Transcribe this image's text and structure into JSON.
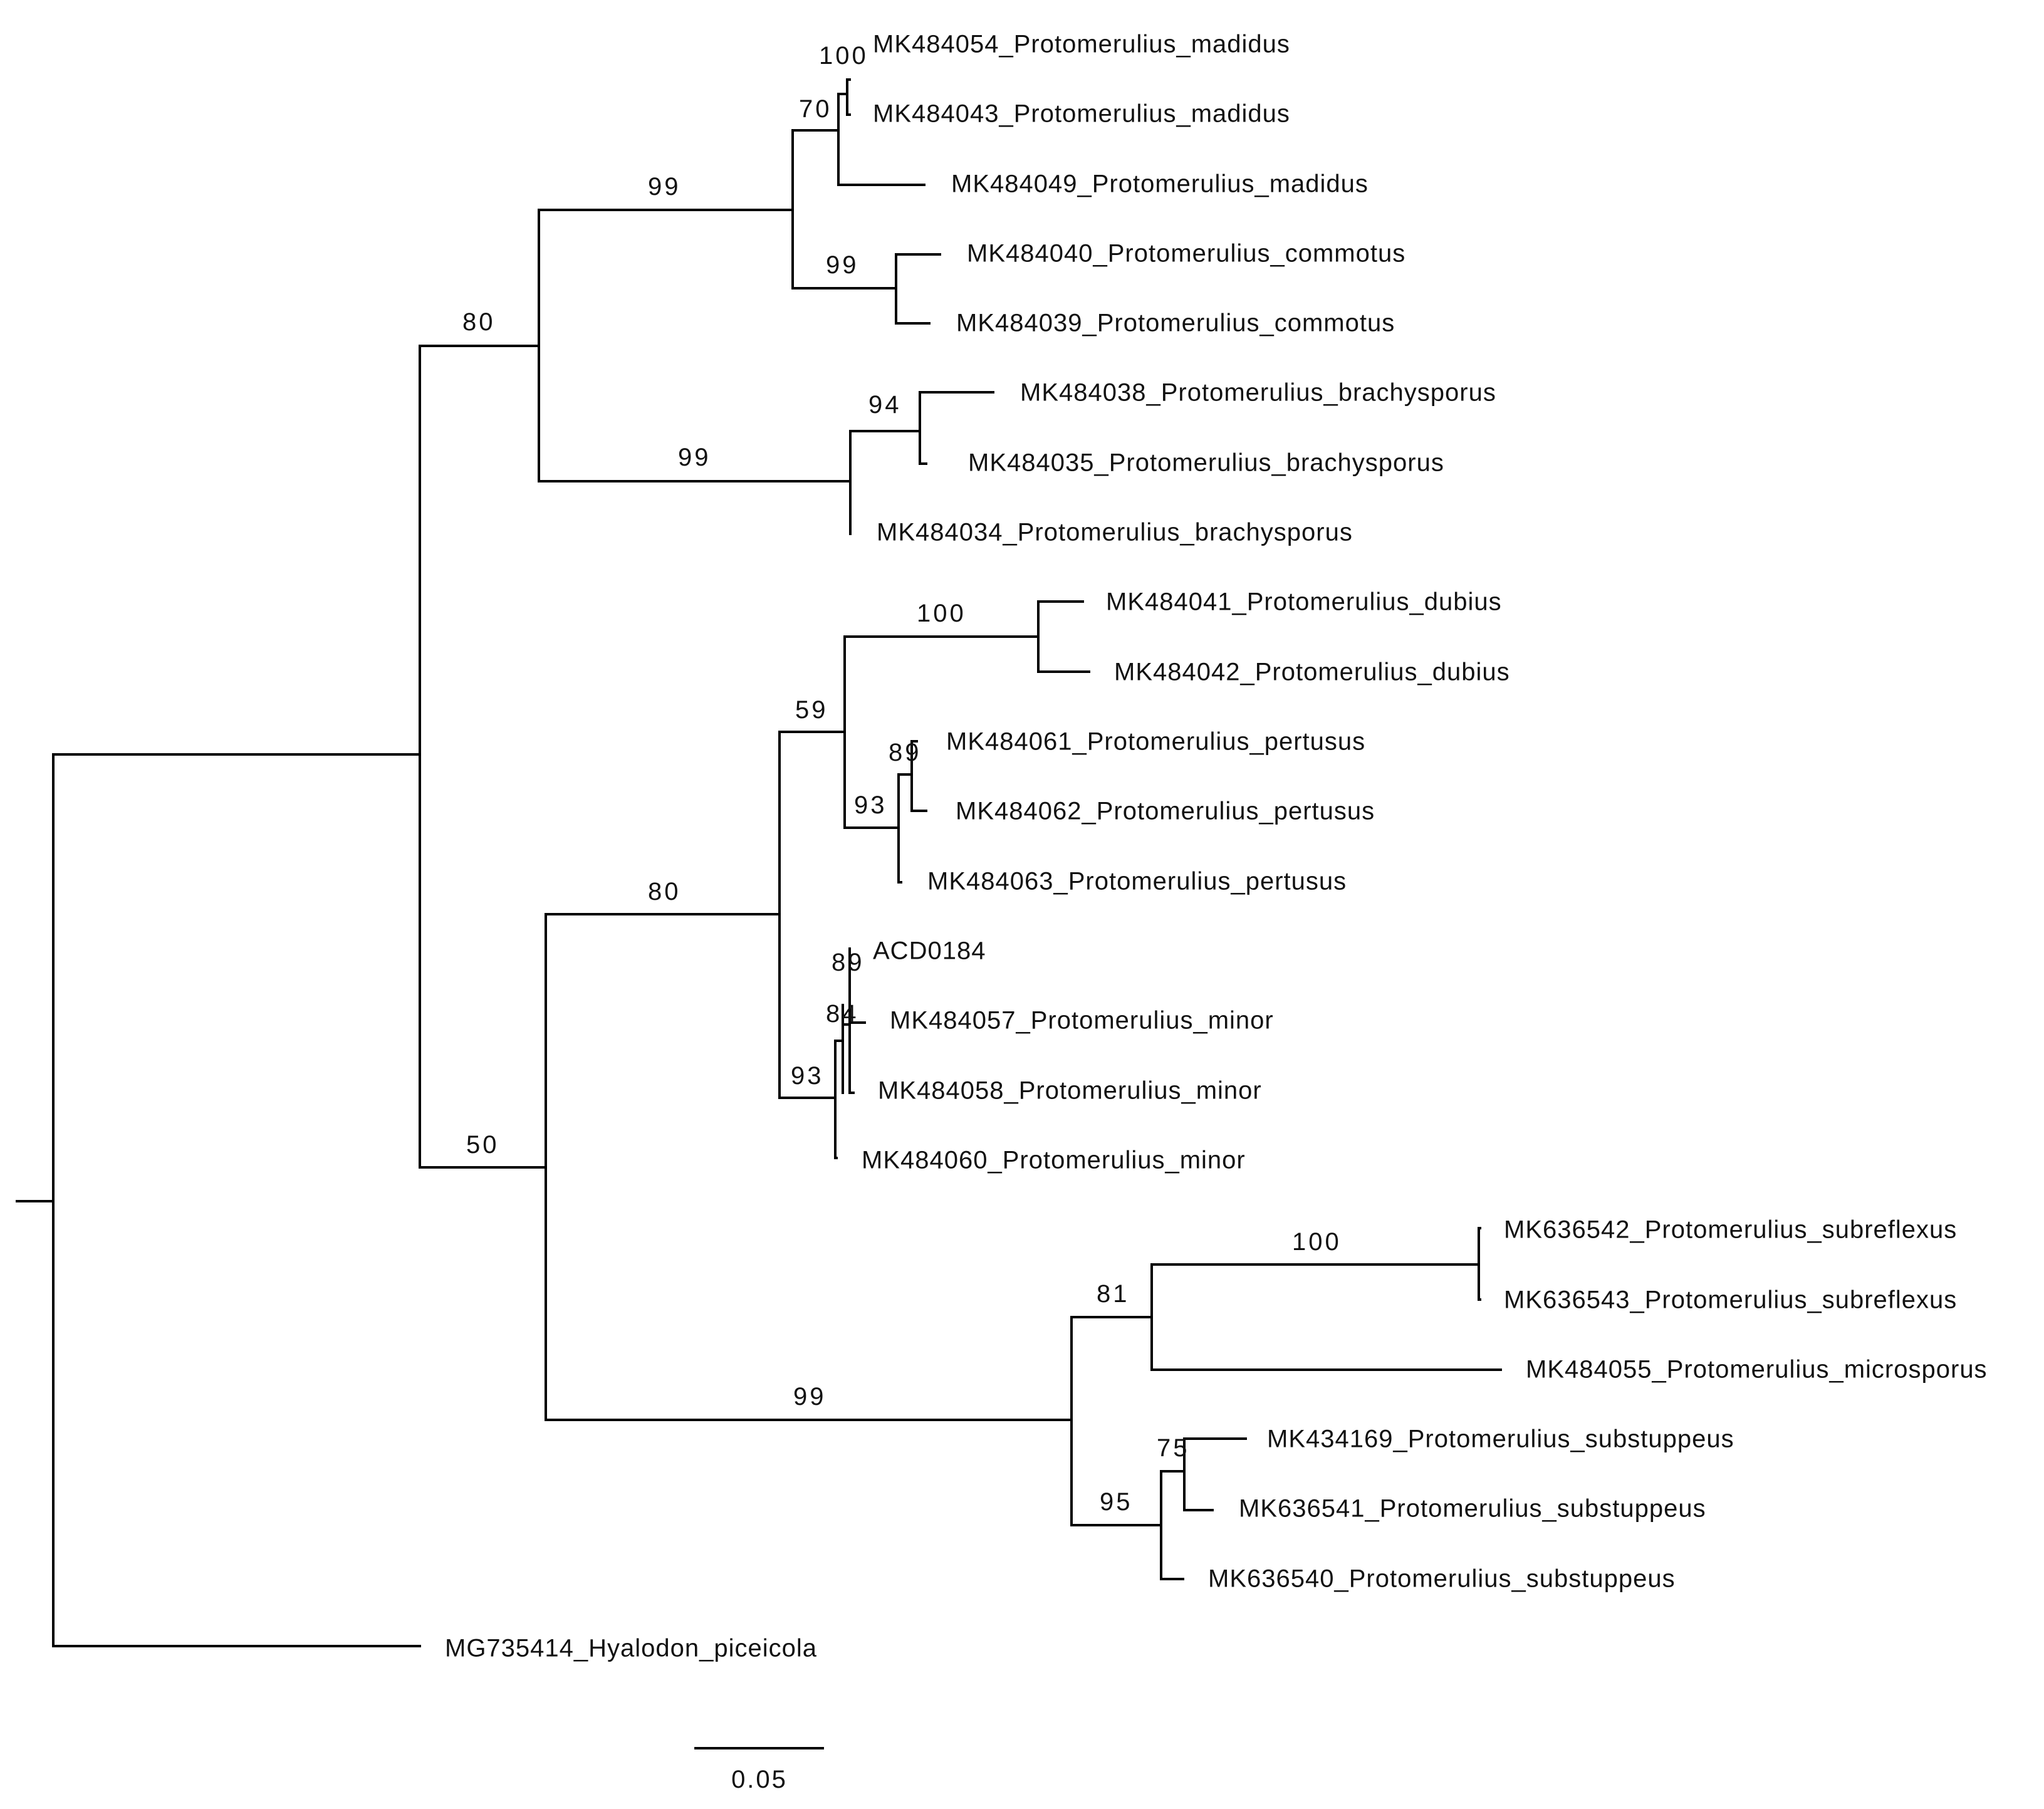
{
  "tree": {
    "taxa": {
      "t1": "MK484054_Protomerulius_madidus",
      "t2": "MK484043_Protomerulius_madidus",
      "t3": "MK484049_Protomerulius_madidus",
      "t4": "MK484040_Protomerulius_commotus",
      "t5": "MK484039_Protomerulius_commotus",
      "t6": "MK484038_Protomerulius_brachysporus",
      "t7": "MK484035_Protomerulius_brachysporus",
      "t8": "MK484034_Protomerulius_brachysporus",
      "t9": "MK484041_Protomerulius_dubius",
      "t10": "MK484042_Protomerulius_dubius",
      "t11": "MK484061_Protomerulius_pertusus",
      "t12": "MK484062_Protomerulius_pertusus",
      "t13": "MK484063_Protomerulius_pertusus",
      "t14": "ACD0184",
      "t15": "MK484057_Protomerulius_minor",
      "t16": "MK484058_Protomerulius_minor",
      "t17": "MK484060_Protomerulius_minor",
      "t18": "MK636542_Protomerulius_subreflexus",
      "t19": "MK636543_Protomerulius_subreflexus",
      "t20": "MK484055_Protomerulius_microsporus",
      "t21": "MK434169_Protomerulius_substuppeus",
      "t22": "MK636541_Protomerulius_substuppeus",
      "t23": "MK636540_Protomerulius_substuppeus",
      "t24": "MG735414_Hyalodon_piceicola"
    },
    "support": {
      "madidus_pair": "100",
      "madidus_clade": "70",
      "commotus_clade": "99",
      "madidus_commotus": "99",
      "brachysporus_pair": "94",
      "brachysporus_clade": "99",
      "upper_clade": "80",
      "dubius_clade": "100",
      "pertusus_pair": "89",
      "pertusus_clade": "93",
      "dubius_pertusus": "59",
      "minor_pair": "84",
      "minor_acd": "89",
      "minor_clade": "93",
      "middle_clade": "80",
      "subreflexus_clade": "100",
      "subreflexus_microsporus": "81",
      "substuppeus_pair": "75",
      "substuppeus_clade": "95",
      "lower_clade": "99",
      "ingroup": "50"
    },
    "scale_bar": {
      "label": "0.05",
      "length": 0.05
    }
  }
}
